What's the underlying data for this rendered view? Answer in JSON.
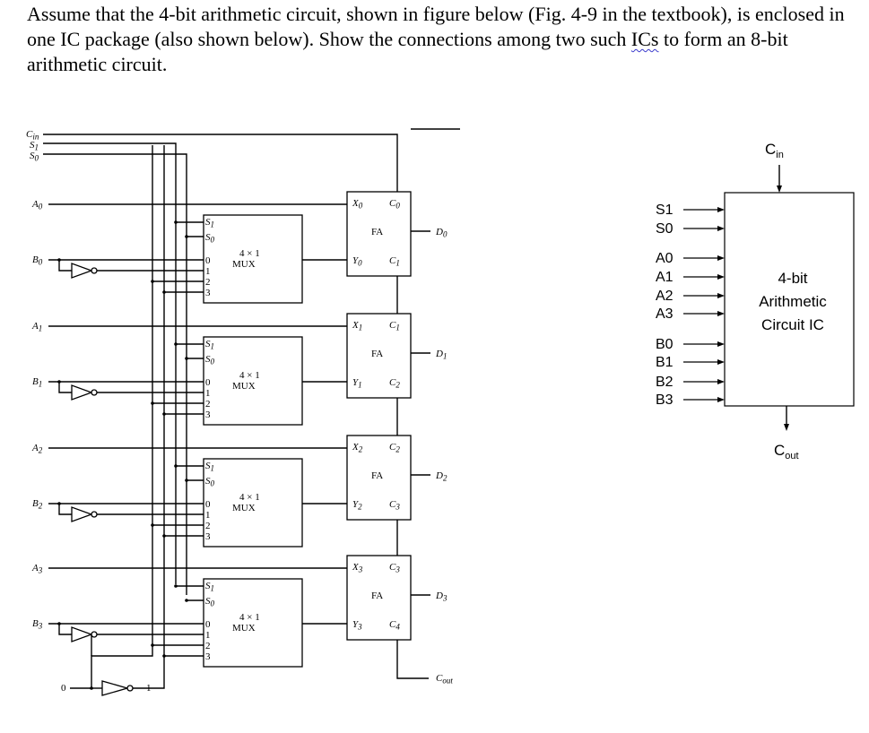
{
  "question": {
    "part1": "Assume that the 4-bit arithmetic circuit, shown in figure below (Fig. 4-9 in the textbook), is enclosed in one IC package (also shown below). Show the connections among two such ",
    "squiggle": "ICs",
    "part2": " to form an 8-bit arithmetic circuit."
  },
  "circuit": {
    "control_inputs": [
      {
        "main": "C",
        "sub": "in"
      },
      {
        "main": "S",
        "sub": "1"
      },
      {
        "main": "S",
        "sub": "0"
      }
    ],
    "stages": [
      {
        "a": "A",
        "b": "B",
        "i": "0",
        "x": "X",
        "y": "Y",
        "cin": "C",
        "cin_i": "0",
        "cout": "C",
        "cout_i": "1",
        "d": "D",
        "d_i": "0"
      },
      {
        "a": "A",
        "b": "B",
        "i": "1",
        "x": "X",
        "y": "Y",
        "cin": "C",
        "cin_i": "1",
        "cout": "C",
        "cout_i": "2",
        "d": "D",
        "d_i": "1"
      },
      {
        "a": "A",
        "b": "B",
        "i": "2",
        "x": "X",
        "y": "Y",
        "cin": "C",
        "cin_i": "2",
        "cout": "C",
        "cout_i": "3",
        "d": "D",
        "d_i": "2"
      },
      {
        "a": "A",
        "b": "B",
        "i": "3",
        "x": "X",
        "y": "Y",
        "cin": "C",
        "cin_i": "3",
        "cout": "C",
        "cout_i": "4",
        "d": "D",
        "d_i": "3"
      }
    ],
    "mux": {
      "s1": "S",
      "s1_i": "1",
      "s0": "S",
      "s0_i": "0",
      "line1": "4 × 1",
      "line2": "MUX",
      "inputs": [
        "0",
        "1",
        "2",
        "3"
      ]
    },
    "fa_label": "FA",
    "const_zero": "0",
    "const_one": "1",
    "cout_label": {
      "main": "C",
      "sub": "out"
    }
  },
  "ic": {
    "title_lines": [
      "4-bit",
      "Arithmetic",
      "Circuit IC"
    ],
    "inputs": [
      "S1",
      "S0",
      "A0",
      "A1",
      "A2",
      "A3",
      "B0",
      "B1",
      "B2",
      "B3"
    ],
    "cin": {
      "main": "C",
      "sub": "in"
    },
    "cout": {
      "main": "C",
      "sub": "out"
    }
  }
}
